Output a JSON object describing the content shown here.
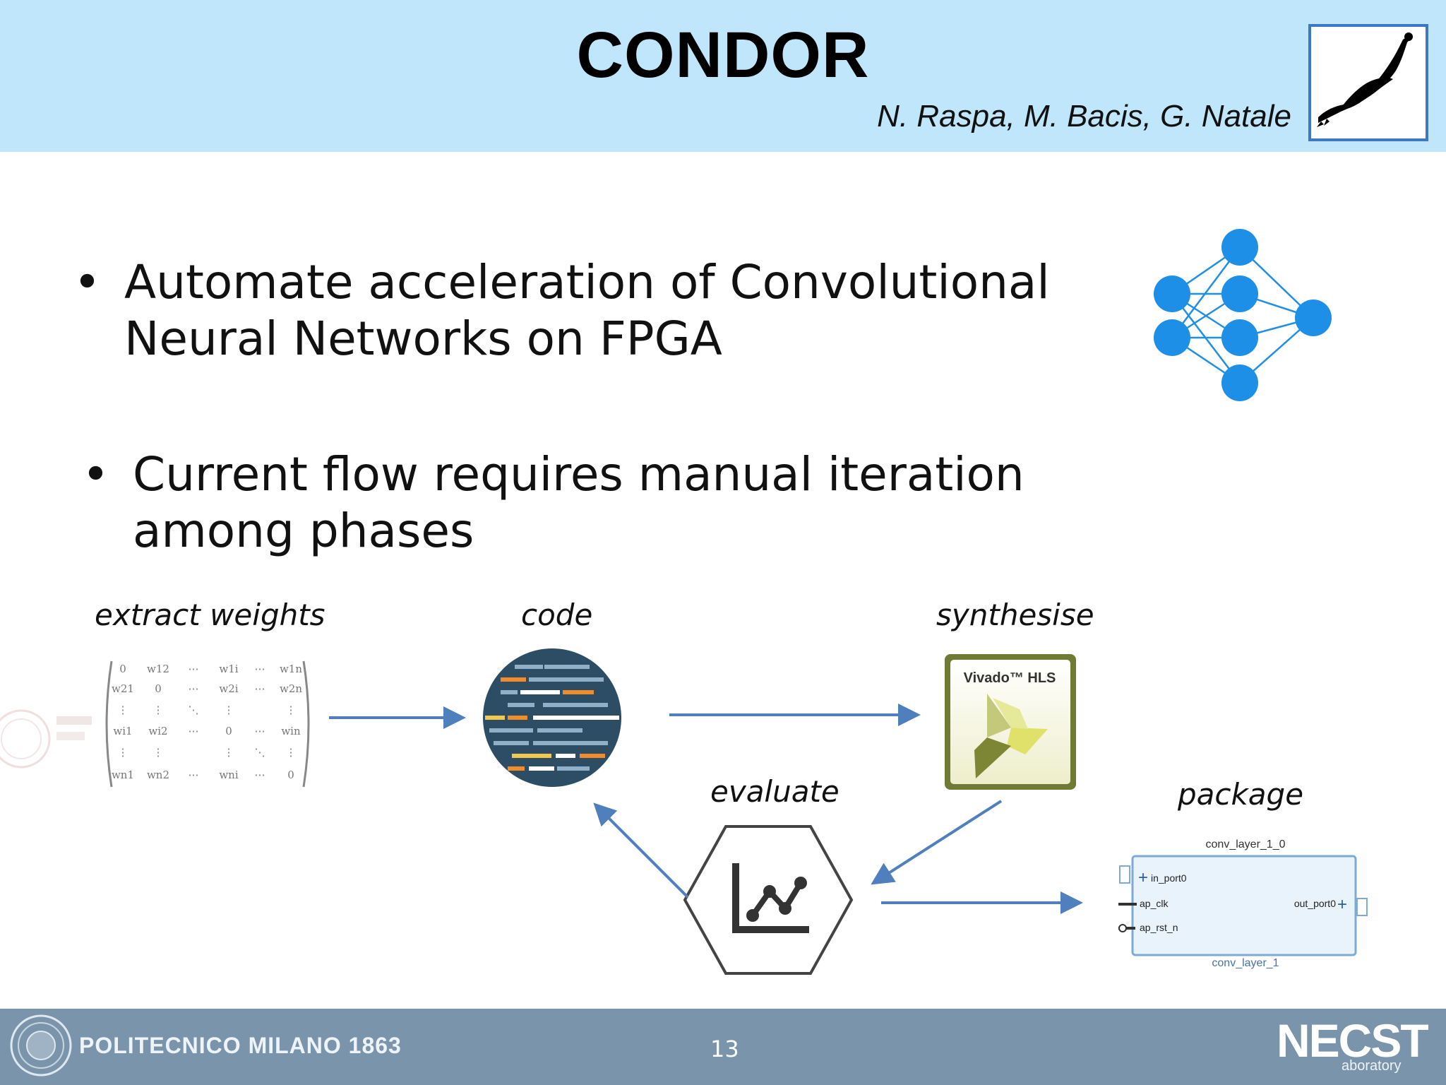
{
  "slide": {
    "title": "CONDOR",
    "authors": "N. Raspa, M. Bacis, G. Natale",
    "page_number": "13"
  },
  "bullets": [
    {
      "line1": "Automate acceleration of Convolutional",
      "line2": "Neural Networks on FPGA"
    },
    {
      "line1": "Current flow requires manual iteration",
      "line2": "among phases"
    }
  ],
  "flow": {
    "extract_weights": "extract weights",
    "code": "code",
    "synthesise": "synthesise",
    "evaluate": "evaluate",
    "package": "package"
  },
  "vivado": {
    "label": "Vivado™ HLS"
  },
  "ip_block": {
    "top_label": "conv_layer_1_0",
    "bottom_label": "conv_layer_1",
    "ports_left": [
      "in_port0",
      "ap_clk",
      "ap_rst_n"
    ],
    "ports_right": [
      "out_port0"
    ]
  },
  "matrix": {
    "rows": [
      [
        "0",
        "w12",
        "⋯",
        "w1i",
        "⋯",
        "w1n"
      ],
      [
        "w21",
        "0",
        "⋯",
        "w2i",
        "⋯",
        "w2n"
      ],
      [
        "⋮",
        "⋮",
        "⋱",
        "⋮",
        "",
        "⋮"
      ],
      [
        "wi1",
        "wi2",
        "⋯",
        "0",
        "⋯",
        "win"
      ],
      [
        "⋮",
        "⋮",
        "",
        "⋮",
        "⋱",
        "⋮"
      ],
      [
        "wn1",
        "wn2",
        "⋯",
        "wni",
        "⋯",
        "0"
      ]
    ]
  },
  "footer": {
    "institution": "POLITECNICO MILANO 1863",
    "lab_main": "NECST",
    "lab_sub": "aboratory"
  },
  "colors": {
    "header_bg": "#bfe6fa",
    "footer_bg": "#7a95ab",
    "arrow": "#4f7fbd",
    "nn_node": "#1e8fe6"
  },
  "icons": [
    "condor-bird-icon",
    "neural-network-icon",
    "code-globe-icon",
    "vivado-hls-icon",
    "chart-hexagon-icon",
    "ip-block-icon"
  ]
}
